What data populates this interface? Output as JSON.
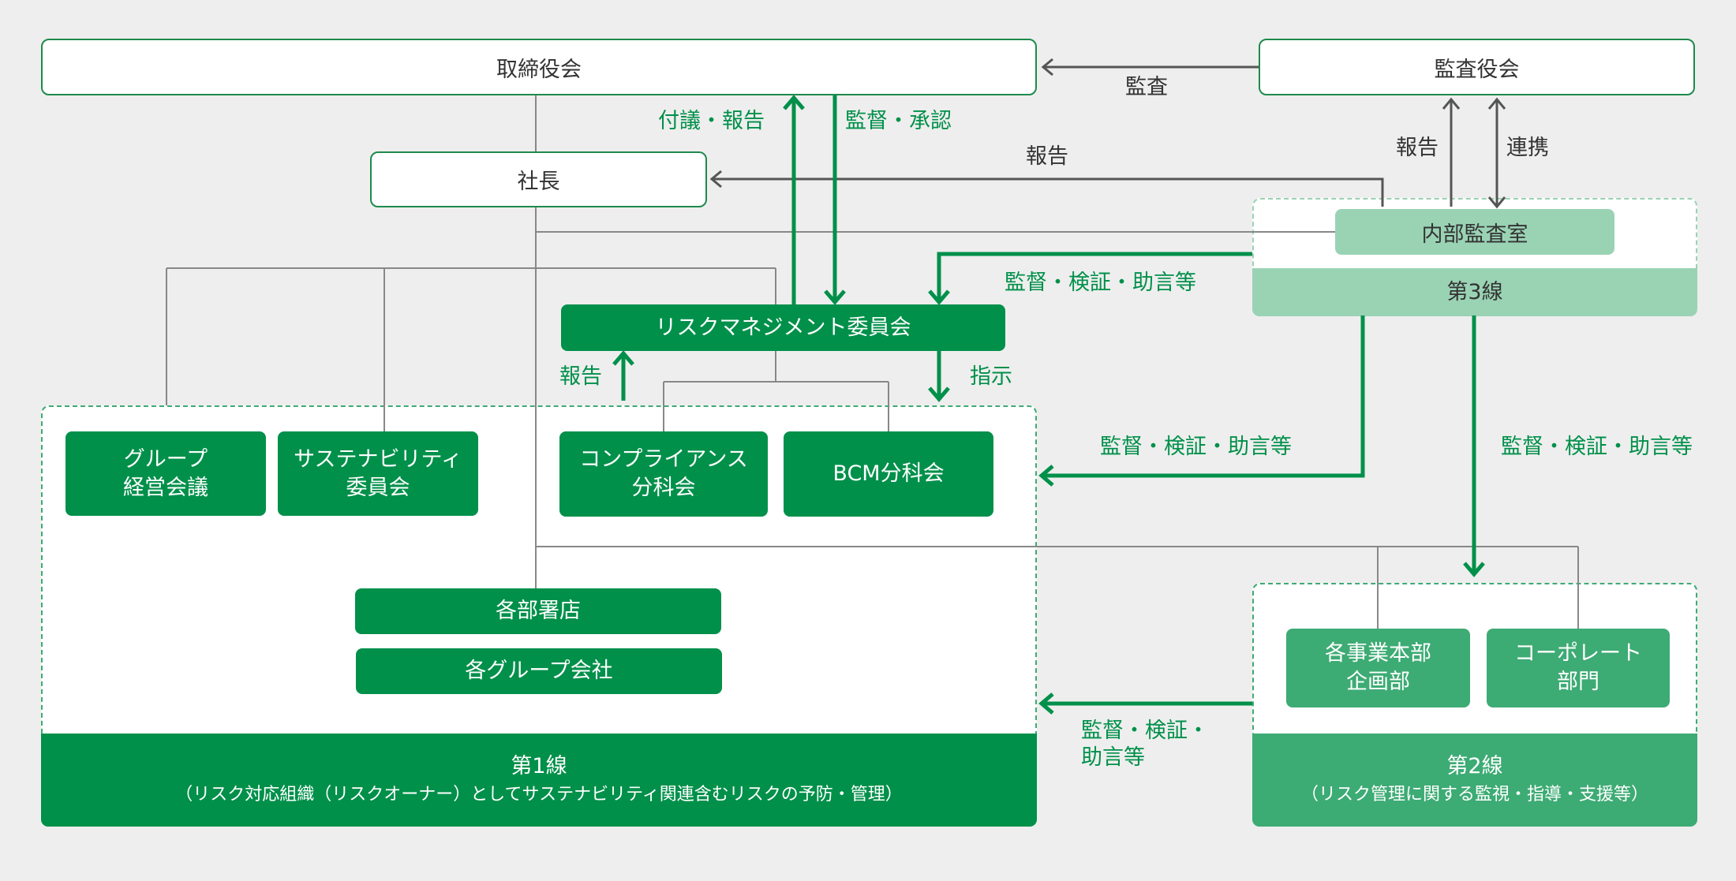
{
  "colors": {
    "primary_green": "#00904a",
    "mid_green": "#3dab74",
    "light_green": "#9ad3b4",
    "gray_line": "#555555",
    "background": "#eeeeee"
  },
  "nodes": {
    "board": "取締役会",
    "audit_board": "監査役会",
    "president": "社長",
    "risk_committee": "リスクマネジメント委員会",
    "group_mgmt": [
      "グループ",
      "経営会議"
    ],
    "sustainability": [
      "サステナビリティ",
      "委員会"
    ],
    "compliance": [
      "コンプライアンス",
      "分科会"
    ],
    "bcm": "BCM分科会",
    "departments": "各部署店",
    "group_companies": "各グループ会社",
    "internal_audit": "内部監査室",
    "business_planning": [
      "各事業本部",
      "企画部"
    ],
    "corporate": [
      "コーポレート",
      "部門"
    ]
  },
  "lines": {
    "first": {
      "title": "第1線",
      "subtitle": "（リスク対応組織（リスクオーナー）としてサステナビリティ関連含むリスクの予防・管理）"
    },
    "second": {
      "title": "第2線",
      "subtitle": "（リスク管理に関する監視・指導・支援等）"
    },
    "third": {
      "title": "第3線"
    }
  },
  "labels": {
    "audit": "監査",
    "propose_report": "付議・報告",
    "supervise_approve": "監督・承認",
    "report_to_president": "報告",
    "report_to_audit_board": "報告",
    "cooperation": "連携",
    "supervise_verify_advise_risk": "監督・検証・助言等",
    "risk_report": "報告",
    "instruction": "指示",
    "supervise_verify_advise_first": "監督・検証・助言等",
    "supervise_verify_advise_second": "監督・検証・助言等",
    "supervise_verify_advise_from_second": [
      "監督・検証・",
      "助言等"
    ]
  }
}
